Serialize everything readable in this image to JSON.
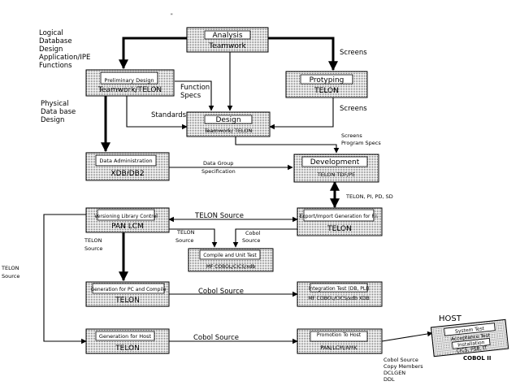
{
  "boxes": {
    "analysis": {
      "title": "Analysis",
      "tool": "Teamwork"
    },
    "prelim": {
      "title": "Preliminary Design",
      "tool": "Teamwork/TELON"
    },
    "protyping": {
      "title": "Protyping",
      "tool": "TELON"
    },
    "design": {
      "title": "Design",
      "tool": "Teamwork/ TELON"
    },
    "data_admin": {
      "title": "Data Administration",
      "tool": "XDB/DB2"
    },
    "development": {
      "title": "Development",
      "tool": "TELON TDF/PE"
    },
    "versioning": {
      "title": "Versioning Library Control",
      "tool": "PAN LCM"
    },
    "export": {
      "title": "Export/Import Generation for P.I.",
      "tool": "TELON"
    },
    "compile": {
      "title": "Compile and Unit Test",
      "tool": "MF COBOL/CICS/xdb"
    },
    "generation_pc": {
      "title": "Generation for PC and Compile",
      "tool": "TELON"
    },
    "integration": {
      "title": "Integration Test (DB, PLI)",
      "tool": "MF COBOL/CICS/xdb XDB"
    },
    "generation_host": {
      "title": "Generation for Host",
      "tool": "TELON"
    },
    "promotion": {
      "title": "Promotion To Host",
      "tool": "PAN/LCM/AMK"
    },
    "host_box": {
      "line1": "System Test",
      "line2": "Acceptance Test",
      "line3": "Installation",
      "line4": "CICS, PS8, IT"
    }
  },
  "labels": {
    "left_top": [
      "Logical",
      "Database",
      "Design",
      "Application/IPE",
      "Functions"
    ],
    "physical": [
      "Physical",
      "Data base",
      "Design"
    ],
    "screens1": "Screens",
    "screens2": "Screens",
    "function_specs": [
      "Function",
      "Specs"
    ],
    "standards": "Standards",
    "screens_program_specs": [
      "Screens",
      "Program Specs"
    ],
    "data_group_spec": [
      "Data Group",
      "Specification"
    ],
    "telon_pi_pd_sd": "TELON, PI, PD, SD",
    "telon_source_mid": "TELON Source",
    "telon_source_compile": [
      "TELON",
      "Source"
    ],
    "cobol_source_compile": [
      "Cobol",
      "Source"
    ],
    "telon_source_left": [
      "TELON",
      "Source"
    ],
    "telon_source_far": [
      "TELON",
      "Source"
    ],
    "cobol_source_row1": "Cobol Source",
    "cobol_source_row2": "Cobol Source",
    "host": "HOST",
    "host_outputs": [
      "Cobol Source",
      "Copy Members",
      "DCLGEN",
      "DDL"
    ],
    "cobol_logo": "COBOL II",
    "mark": "\""
  }
}
